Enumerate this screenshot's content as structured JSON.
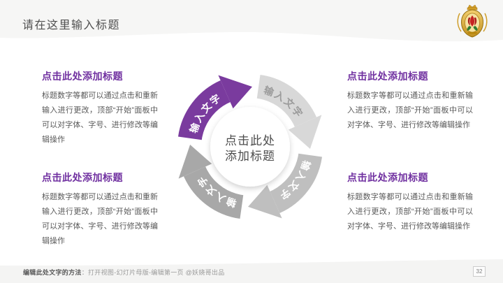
{
  "slide": {
    "title": "请在这里输入标题",
    "page_number": "32"
  },
  "footer": {
    "label_bold": "编辑此处文字的方法",
    "label_rest": "：打开视图-幻灯片母版-编辑第一页 @妖娆哥出品"
  },
  "diagram": {
    "center_line1": "点击此处",
    "center_line2": "添加标题",
    "segments": [
      {
        "label": "输入文字",
        "color": "#7a3b9e",
        "label_color": "#ffffff",
        "position": "top-left"
      },
      {
        "label": "输入文字",
        "color": "#d8d8d8",
        "label_color": "#9b9b9b",
        "position": "top-right"
      },
      {
        "label": "输入文字",
        "color": "#bfbfbf",
        "label_color": "#ffffff",
        "position": "bottom-right"
      },
      {
        "label": "输入文字",
        "color": "#a8a8a8",
        "label_color": "#ffffff",
        "position": "bottom-left"
      }
    ]
  },
  "blocks": [
    {
      "heading": "点击此处添加标题",
      "body": "标题数字等都可以通过点击和重新输入进行更改，顶部“开始”面板中可以对字体、字号、进行修改等编辑操作"
    },
    {
      "heading": "点击此处添加标题",
      "body": "标题数字等都可以通过点击和重新输入进行更改，顶部“开始”面板中可以对字体、字号、进行修改等编辑操作"
    },
    {
      "heading": "点击此处添加标题",
      "body": "标题数字等都可以通过点击和重新输入进行更改，顶部“开始”面板中可以对字体、字号、进行修改等编辑操作"
    },
    {
      "heading": "点击此处添加标题",
      "body": "标题数字等都可以通过点击和重新输入进行更改，顶部“开始”面板中可以对字体、字号、进行修改等编辑操作"
    }
  ],
  "colors": {
    "accent_purple": "#7030a0",
    "header_band": "#f6f6f5",
    "footer_band": "#f4f4f3"
  }
}
